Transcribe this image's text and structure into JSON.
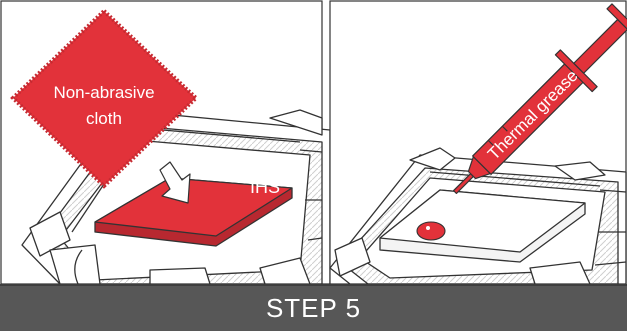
{
  "panels": {
    "left": {
      "cloth_label": [
        "Non-abrasive",
        "cloth"
      ],
      "ihs_label": "IHS"
    },
    "right": {
      "syringe_label": "Thermal grease"
    }
  },
  "footer": {
    "step_label": "STEP 5"
  },
  "colors": {
    "accent": "#e2323a",
    "footer": "#575757",
    "line": "#333333"
  }
}
